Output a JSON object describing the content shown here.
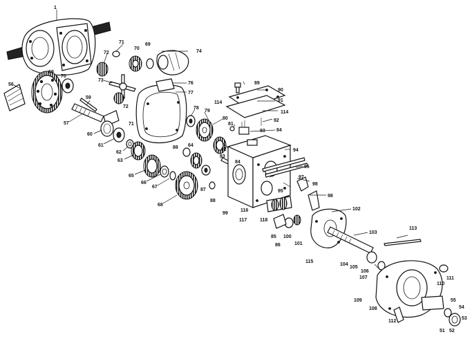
{
  "labels": {
    "l1": "1",
    "l56": "56",
    "l57": "57",
    "l59": "59",
    "l60": "60",
    "l61": "61",
    "l62": "62",
    "l63": "63",
    "l64": "64",
    "l65": "65",
    "l66": "66",
    "l67": "67",
    "l68": "68",
    "l69a": "69",
    "l69b": "69",
    "l70a": "70",
    "l70b": "70",
    "l71a": "71",
    "l71b": "71",
    "l72a": "72",
    "l72b": "72",
    "l73": "73",
    "l74": "74",
    "l76": "76",
    "l77": "77",
    "l78": "78",
    "l79": "79",
    "l80": "80",
    "l81": "81",
    "l82": "82",
    "l83": "83",
    "l84a": "84",
    "l84b": "84",
    "l85": "85",
    "l86": "86",
    "l87": "87",
    "l88a": "88",
    "l88b": "88",
    "l89": "89",
    "l90": "90",
    "l91": "91",
    "l92": "92",
    "l93": "93",
    "l94": "94",
    "l95": "95",
    "l96": "96",
    "l97": "97",
    "l98a": "98",
    "l98b": "98",
    "l99": "99",
    "l100": "100",
    "l101": "101",
    "l102": "102",
    "l103": "103",
    "l104": "104",
    "l105": "105",
    "l106": "106",
    "l107": "107",
    "l108": "108",
    "l109": "109",
    "l110": "110",
    "l111": "111",
    "l112": "112",
    "l113": "113",
    "l114a": "114",
    "l114b": "114",
    "l115": "115",
    "l116": "116",
    "l117": "117",
    "l118": "118",
    "l51": "51",
    "l52": "52",
    "l53": "53",
    "l54": "54",
    "l55": "55"
  }
}
